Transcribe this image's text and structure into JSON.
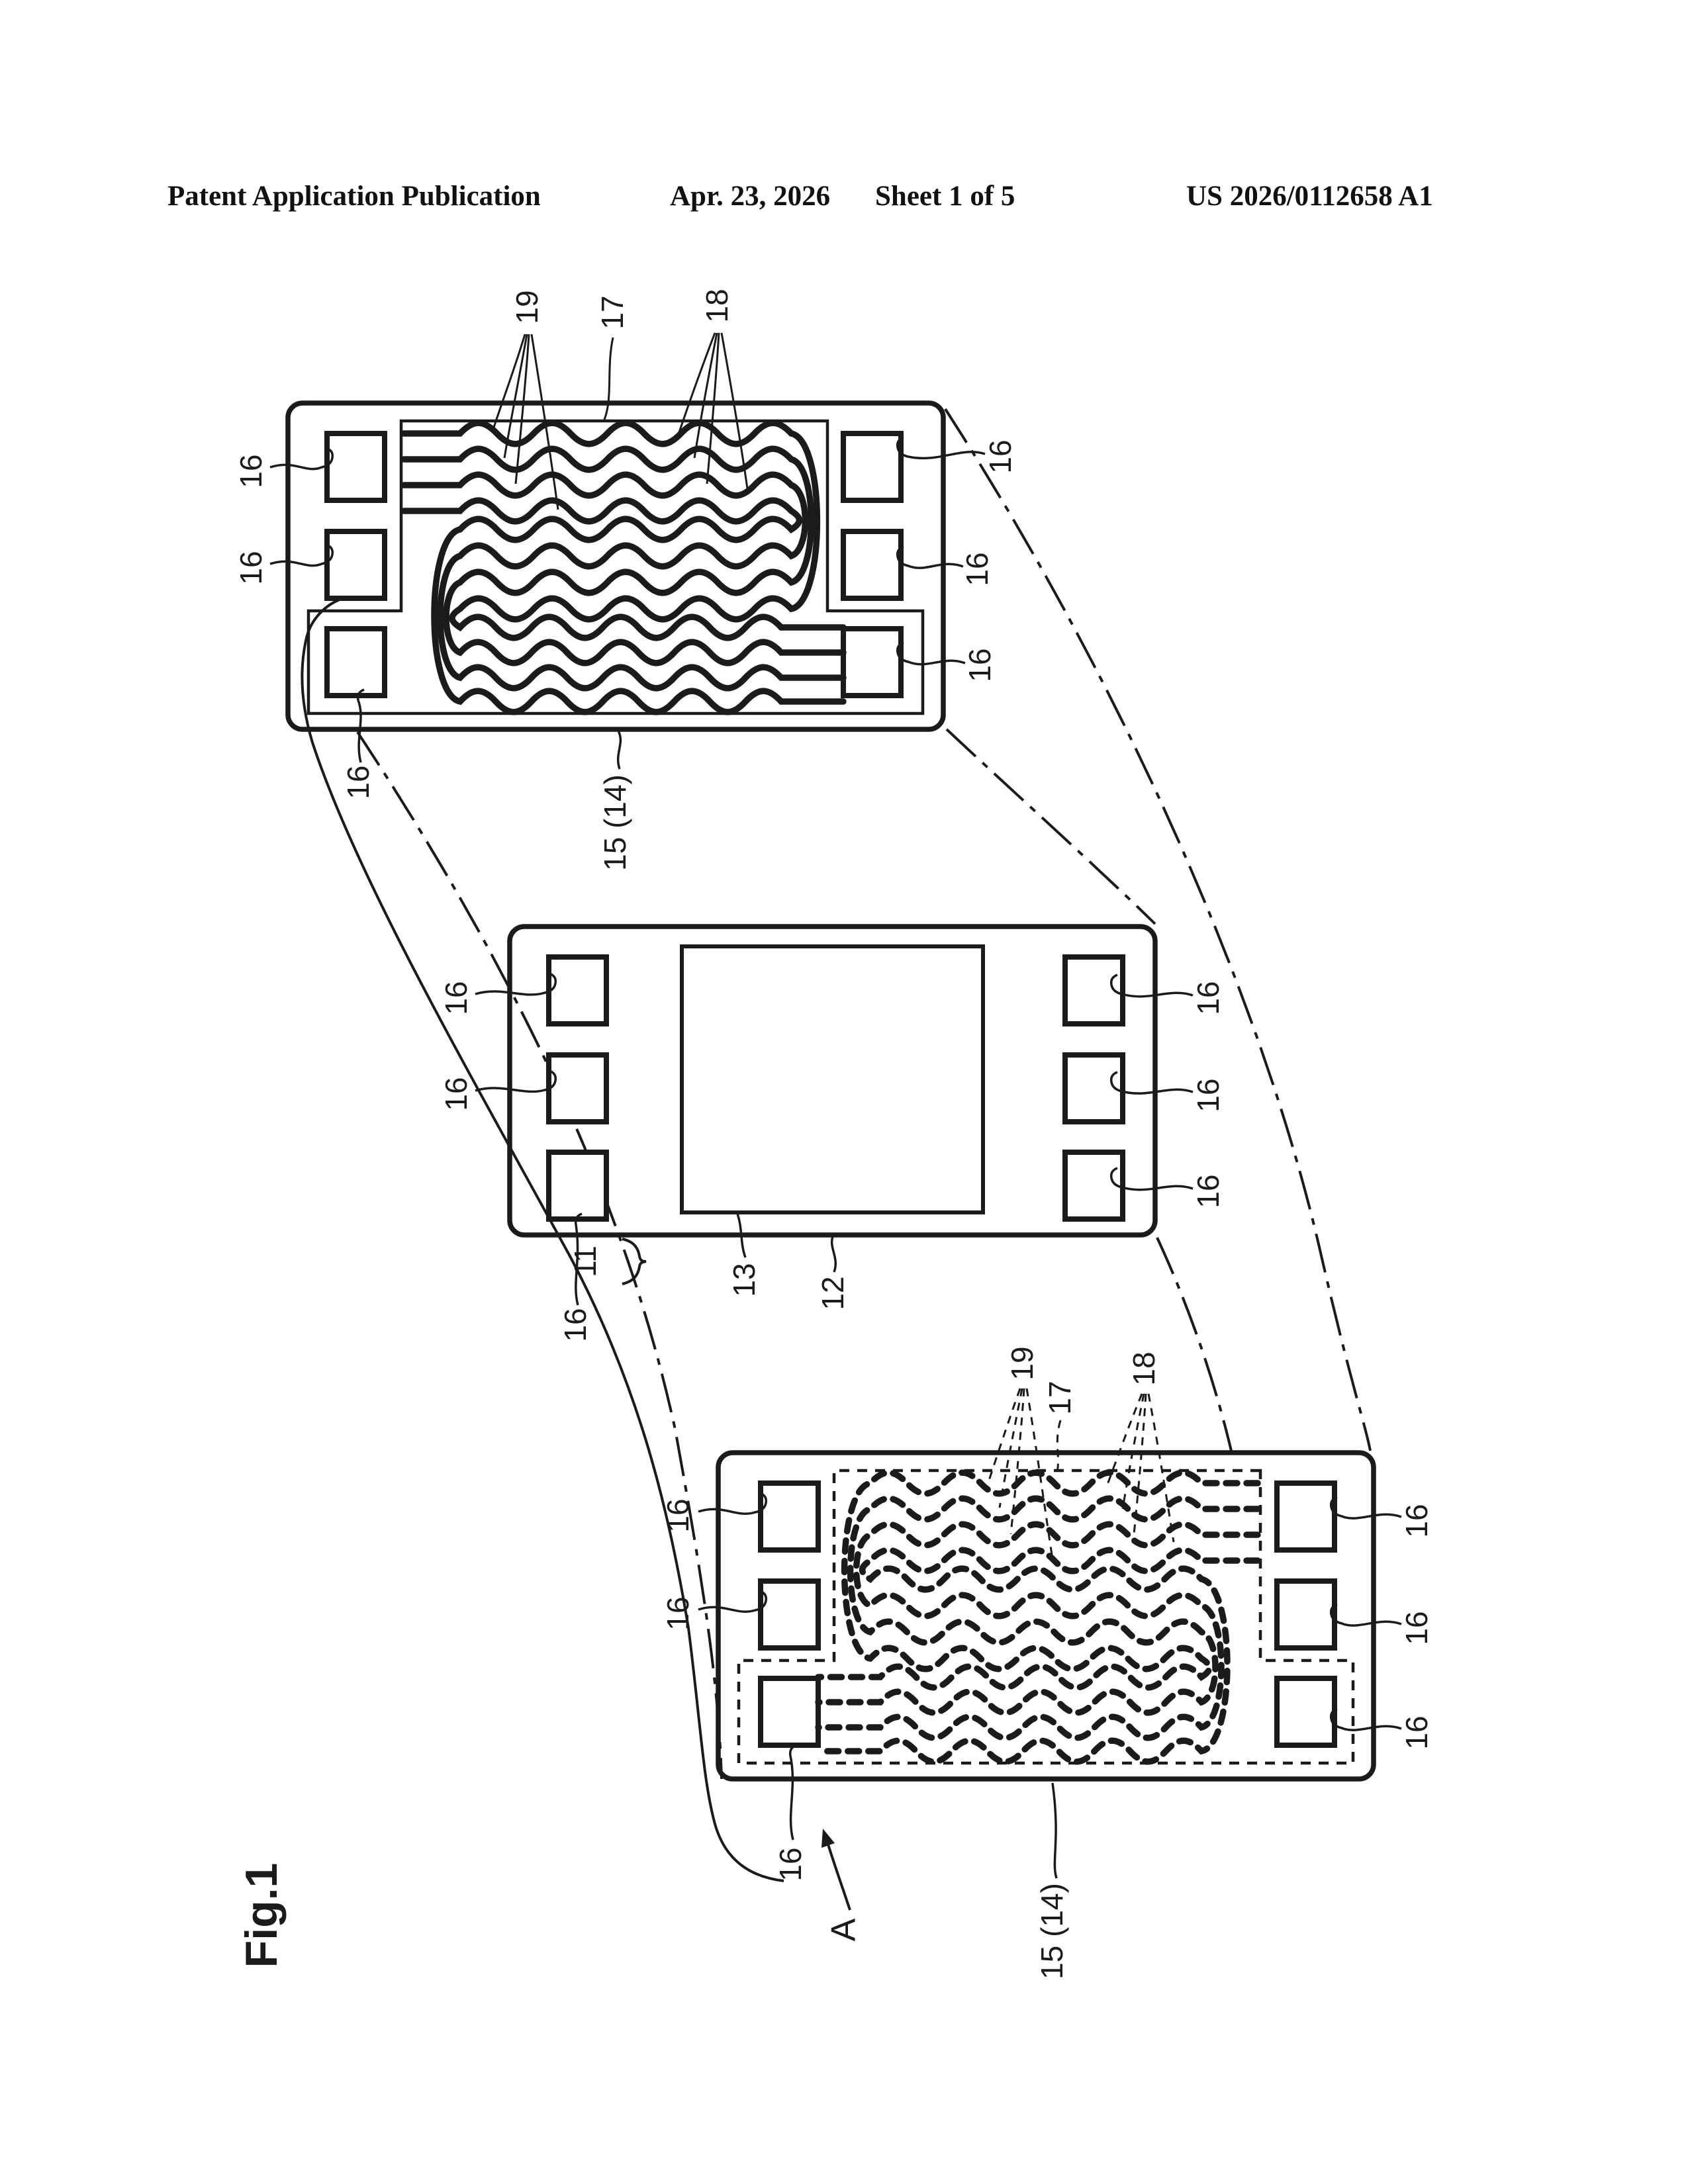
{
  "header": {
    "publication": "Patent Application Publication",
    "date": "Apr. 23, 2026",
    "sheet": "Sheet 1 of 5",
    "doc_number": "US 2026/0112658 A1"
  },
  "figure": {
    "fig_label": "Fig.1",
    "ref_labels": {
      "assembly": "11",
      "base": "12",
      "window": "13",
      "film": "15 (14)",
      "pad": "16",
      "outline": "17",
      "trace_right": "18",
      "trace_left": "19",
      "section": "A"
    }
  },
  "style": {
    "ink_color": "#1b1b1b",
    "paper_color": "#ffffff"
  }
}
